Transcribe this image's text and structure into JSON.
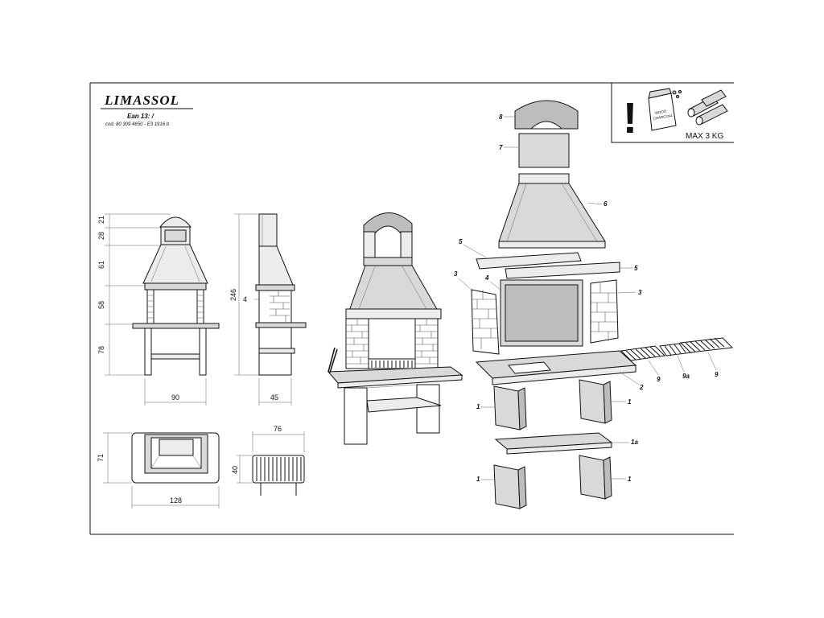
{
  "product": {
    "name": "LIMASSOL",
    "ean": "Ean 13:  /",
    "code": "cod. 80 309 4650 - E3 1916 b"
  },
  "dimensions": {
    "front_h1": "21",
    "front_h2": "28",
    "front_h3": "61",
    "front_h4": "58",
    "front_h5": "78",
    "front_width": "90",
    "total_height": "246",
    "side_inner": "4",
    "side_width": "45",
    "top_depth": "71",
    "top_width": "128",
    "grill_width": "76",
    "grill_height": "40"
  },
  "warning": {
    "mark": "!",
    "bag_text_1": "WOOD",
    "bag_text_2": "CHARCOAL",
    "max_load": "MAX 3 KG"
  },
  "parts": {
    "p8": "8",
    "p7": "7",
    "p6": "6",
    "p5a": "5",
    "p5b": "5",
    "p3a": "3",
    "p4": "4",
    "p3b": "3",
    "p9a": "9",
    "p9b": "9a",
    "p9c": "9",
    "p2": "2",
    "p1a": "1",
    "p1b": "1",
    "p1c": "1a",
    "p1d": "1",
    "p1e": "1"
  }
}
